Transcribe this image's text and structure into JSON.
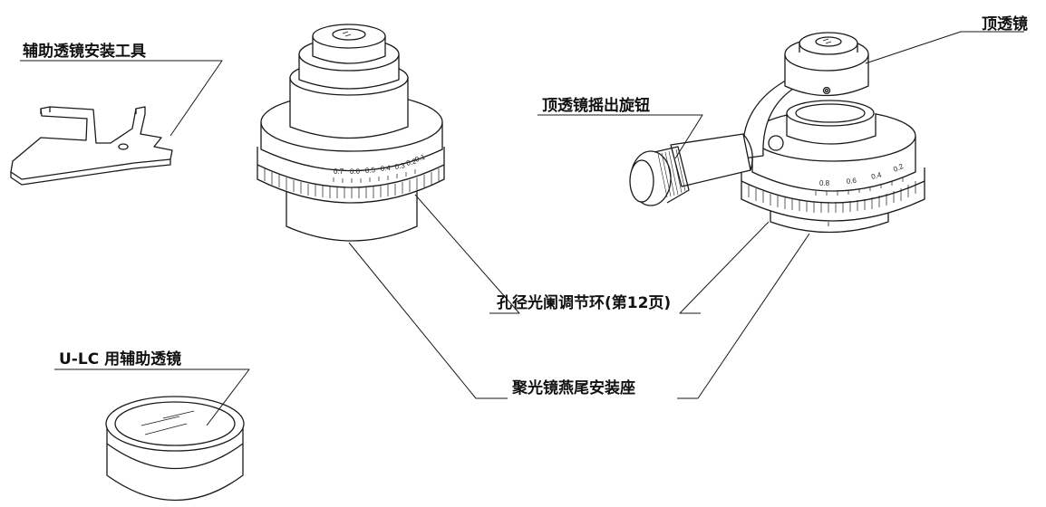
{
  "labels": {
    "tool": "辅助透镜安装工具",
    "top_lens": "顶透镜",
    "swing_knob": "顶透镜摇出旋钮",
    "aperture_ring": "孔径光阑调节环(第12页)",
    "dovetail": "聚光镜燕尾安装座",
    "ulc_lens": "U-LC 用辅助透镜"
  },
  "scales": {
    "left_condenser": [
      "0.7",
      "0.6",
      "0.5",
      "0.4",
      "0.3",
      "0.2",
      "0.1"
    ],
    "right_condenser": [
      "0.8",
      "0.6",
      "0.4",
      "0.2"
    ]
  },
  "colors": {
    "line": "#1a1a1a",
    "fill": "#ffffff"
  }
}
